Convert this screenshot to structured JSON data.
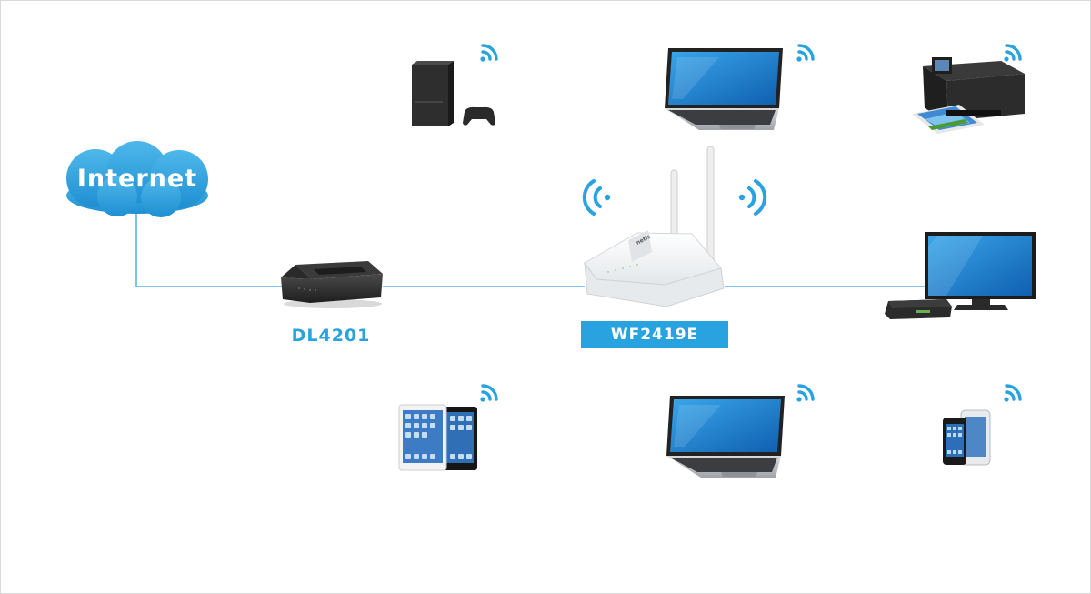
{
  "labels": {
    "internet": "Internet",
    "modem": "DL4201",
    "router": "WF2419E"
  },
  "colors": {
    "accent": "#29a3df",
    "cloud": "#2f9fdc",
    "line": "#5ab6e6",
    "device_dark": "#2b2b2b",
    "screen": "#1a78c8"
  },
  "devices": {
    "top": [
      "game-console",
      "laptop",
      "printer"
    ],
    "right": [
      "tv-with-set-top-box"
    ],
    "bottom": [
      "tablets",
      "laptop",
      "smartphones"
    ]
  },
  "icons": [
    "wifi-signal-icon"
  ]
}
